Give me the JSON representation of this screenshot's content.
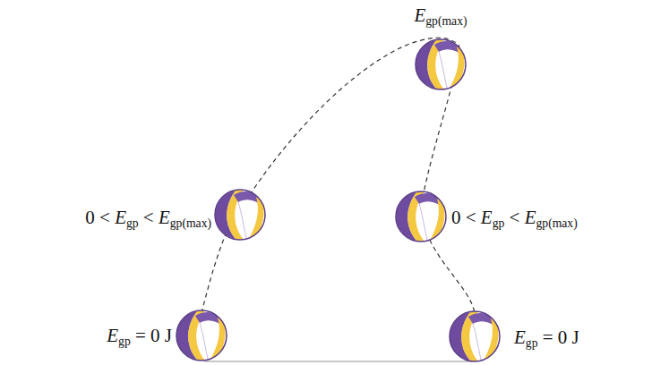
{
  "diagram": {
    "labels": [
      "Egp(max)",
      "0 < Egp < Egp(max)",
      "0 < Egp < Egp(max)",
      "Egp = 0 J",
      "Egp = 0 J"
    ]
  }
}
